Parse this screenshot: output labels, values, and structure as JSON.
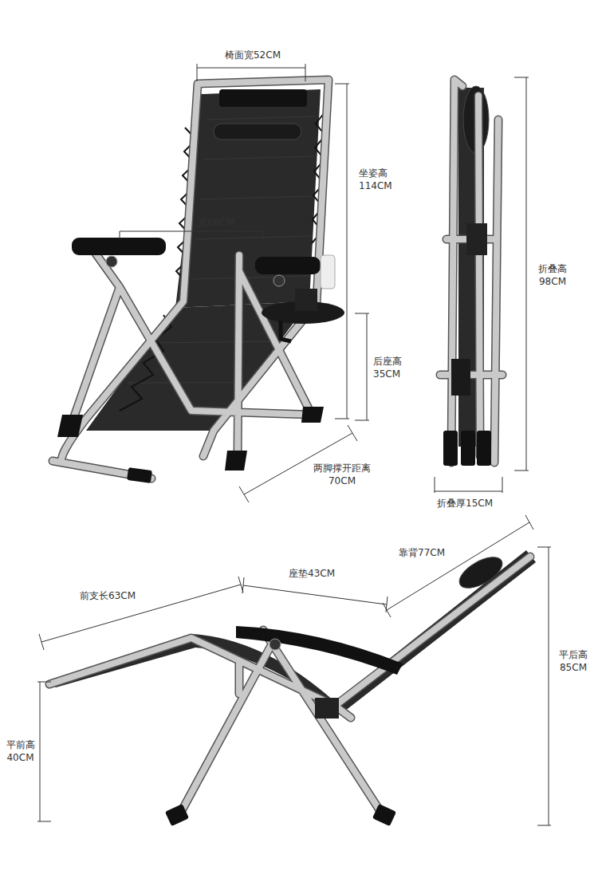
{
  "diagram": {
    "labels": [
      "椅面宽52CM",
      "坐姿高 114CM",
      "宽66CM",
      "后座高 35CM",
      "两脚撑开距离 70CM",
      "折叠高 98CM",
      "折叠厚15CM",
      "靠背77CM",
      "座垫43CM",
      "前支长63CM",
      "平后高 85CM",
      "平前高 40CM"
    ]
  }
}
